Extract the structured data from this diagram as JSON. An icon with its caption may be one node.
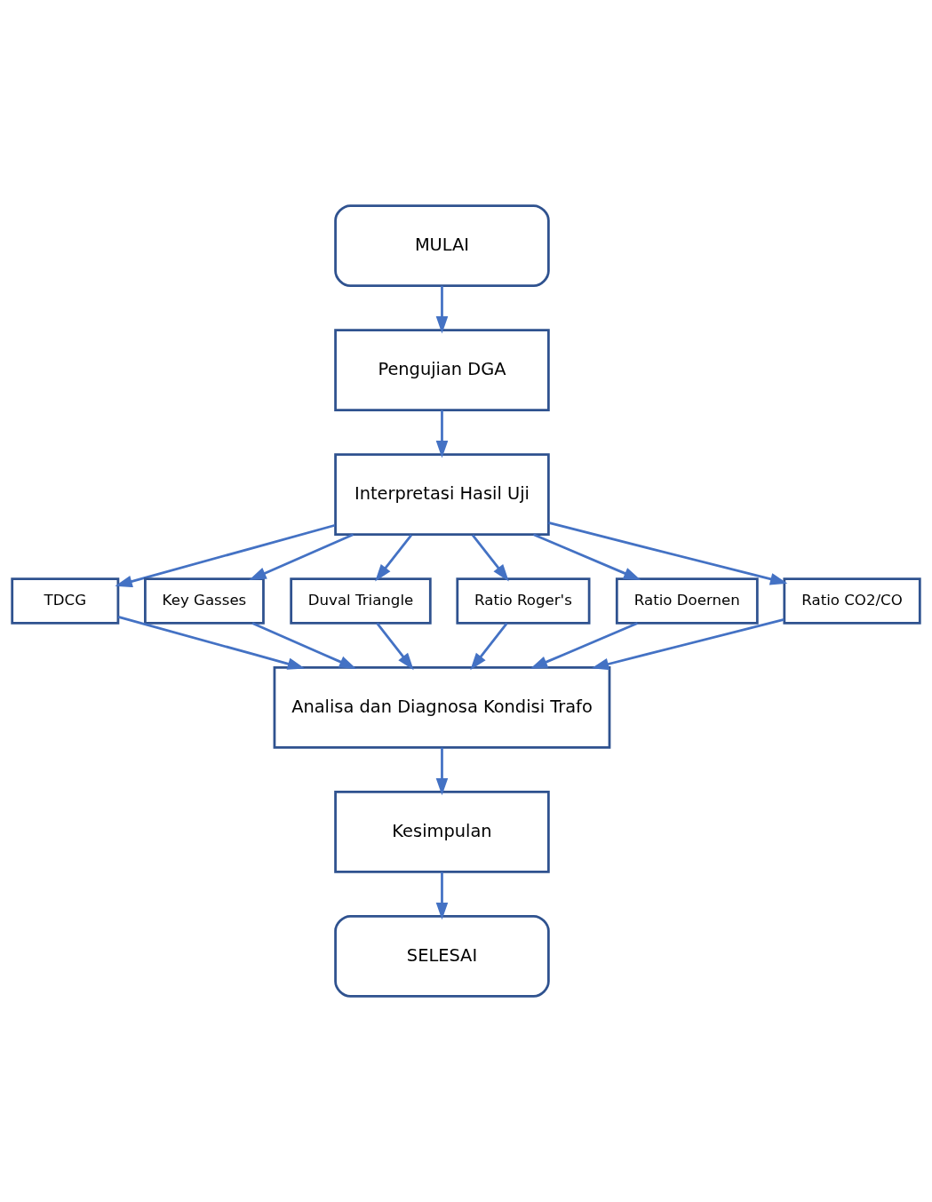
{
  "diagram": {
    "nodes": [
      {
        "text": [
          "MULAI"
        ]
      },
      {
        "text": [
          "Pengujian DGA"
        ]
      },
      {
        "text": [
          "Interpretasi Hasil Uji"
        ]
      },
      {
        "text": [
          "TDCG"
        ]
      },
      {
        "text": [
          "Key Gasses"
        ]
      },
      {
        "text": [
          "Duval Triangle"
        ]
      },
      {
        "text": [
          "Ratio Roger's"
        ]
      },
      {
        "text": [
          "Ratio Doernen"
        ]
      },
      {
        "text": [
          "Ratio CO2/CO"
        ]
      },
      {
        "text": [
          "Analisa dan Diagnosa Kondisi Trafo"
        ]
      },
      {
        "text": [
          "Kesimpulan"
        ]
      },
      {
        "text": [
          "SELESAI"
        ]
      }
    ],
    "edges": [
      {
        "from": 0,
        "to": 1,
        "arrow": "to"
      },
      {
        "from": 1,
        "to": 2,
        "arrow": "to"
      },
      {
        "from": 2,
        "to": 3,
        "arrow": "to"
      },
      {
        "from": 2,
        "to": 4,
        "arrow": "to"
      },
      {
        "from": 2,
        "to": 5,
        "arrow": "to"
      },
      {
        "from": 2,
        "to": 6,
        "arrow": "to"
      },
      {
        "from": 2,
        "to": 7,
        "arrow": "to"
      },
      {
        "from": 2,
        "to": 8,
        "arrow": "to"
      },
      {
        "from": 3,
        "to": 9,
        "arrow": "to"
      },
      {
        "from": 4,
        "to": 9,
        "arrow": "to"
      },
      {
        "from": 5,
        "to": 9,
        "arrow": "to"
      },
      {
        "from": 6,
        "to": 9,
        "arrow": "to"
      },
      {
        "from": 7,
        "to": 9,
        "arrow": "to"
      },
      {
        "from": 8,
        "to": 9,
        "arrow": "to"
      },
      {
        "from": 9,
        "to": 10,
        "arrow": "to"
      },
      {
        "from": 10,
        "to": 11,
        "arrow": "to"
      }
    ]
  }
}
